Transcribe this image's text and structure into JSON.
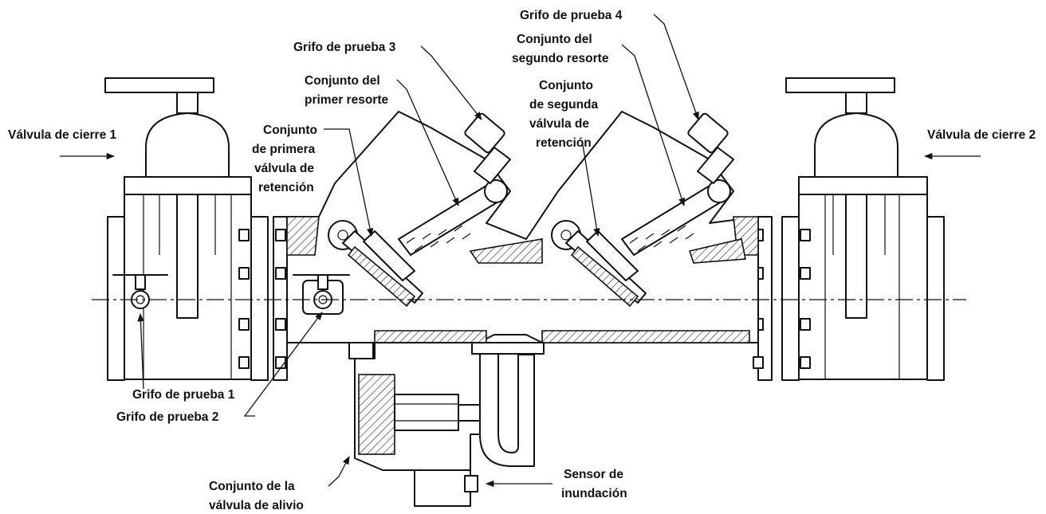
{
  "labels": {
    "shutoff_valve_1": "Válvula de cierre 1",
    "shutoff_valve_2": "Válvula de cierre 2",
    "test_cock_1": "Grifo de prueba 1",
    "test_cock_2": "Grifo de prueba 2",
    "test_cock_3": "Grifo de prueba 3",
    "test_cock_4": "Grifo de prueba 4",
    "first_spring": [
      "Conjunto del",
      "primer resorte"
    ],
    "second_spring": [
      "Conjunto del",
      "segundo resorte"
    ],
    "first_check": [
      "Conjunto",
      "de primera",
      "válvula de",
      "retención"
    ],
    "second_check": [
      "Conjunto",
      "de segunda",
      "válvula de",
      "retención"
    ],
    "relief_valve": [
      "Conjunto de la",
      "válvula de alivio"
    ],
    "flood_sensor": [
      "Sensor de",
      "inundación"
    ]
  }
}
